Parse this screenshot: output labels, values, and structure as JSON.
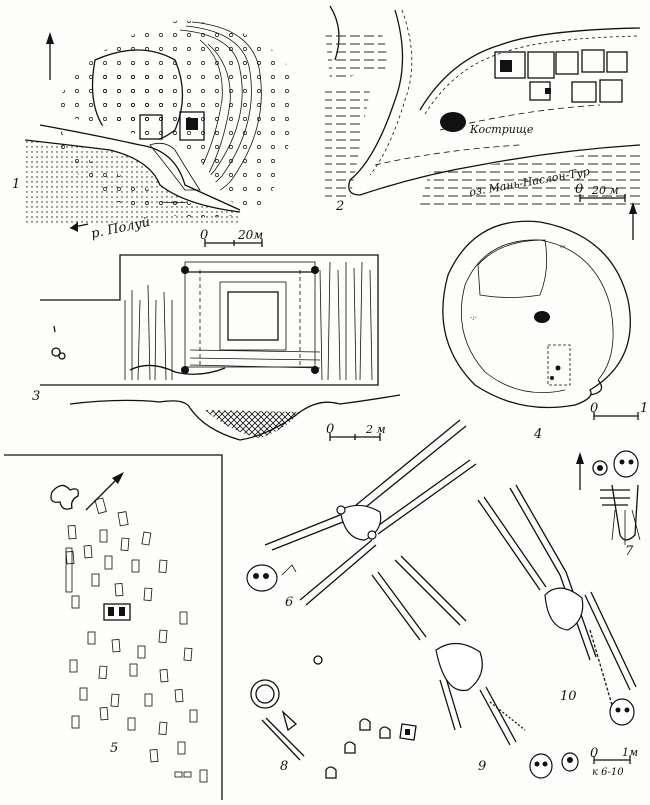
{
  "figure": {
    "panel_numbers": [
      "1",
      "2",
      "3",
      "4",
      "5",
      "6",
      "7",
      "8",
      "9",
      "10"
    ],
    "panel1": {
      "river_label": "р. Полуй",
      "scale_zero": "0",
      "scale_text": "20м"
    },
    "panel2": {
      "hearth_label": "Кострище",
      "lake_label": "оз. Мань-Наслон-Тур",
      "scale_zero": "0",
      "scale_text": "20 м"
    },
    "panel3": {
      "scale_zero": "0",
      "scale_text": "2 м"
    },
    "panel4": {
      "scale_zero": "0",
      "scale_text": "1"
    },
    "burials": {
      "scale_zero": "0",
      "scale_text": "1м",
      "scale_note": "к 6-10"
    }
  }
}
